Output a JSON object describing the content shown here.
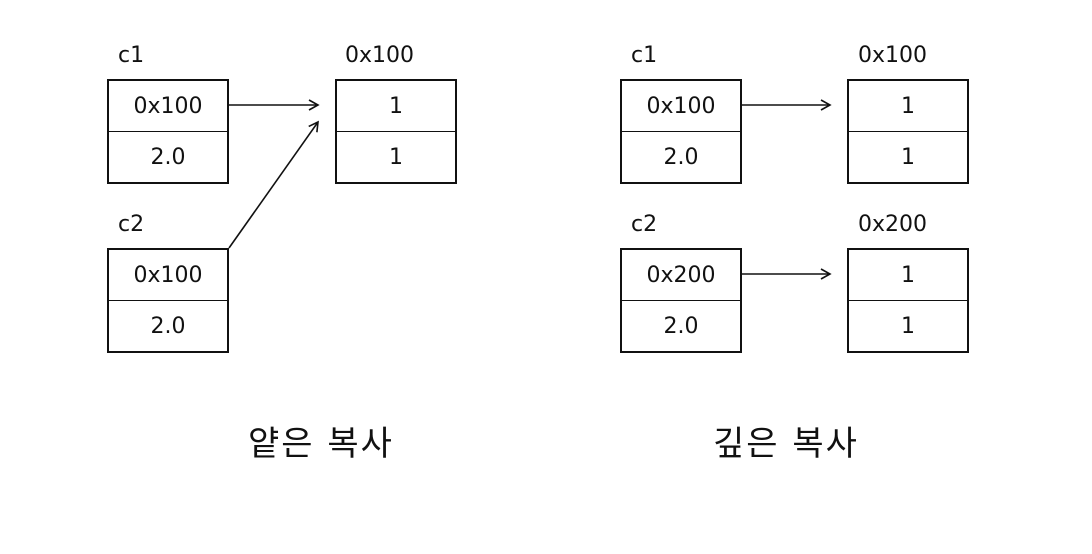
{
  "shallow": {
    "c1": {
      "name": "c1",
      "ref": "0x100",
      "value": "2.0"
    },
    "c2": {
      "name": "c2",
      "ref": "0x100",
      "value": "2.0"
    },
    "heap": {
      "address": "0x100",
      "values": [
        "1",
        "1"
      ]
    },
    "caption": "얕은 복사"
  },
  "deep": {
    "c1": {
      "name": "c1",
      "ref": "0x100",
      "value": "2.0"
    },
    "c2": {
      "name": "c2",
      "ref": "0x200",
      "value": "2.0"
    },
    "heap1": {
      "address": "0x100",
      "values": [
        "1",
        "1"
      ]
    },
    "heap2": {
      "address": "0x200",
      "values": [
        "1",
        "1"
      ]
    },
    "caption": "깊은 복사"
  }
}
